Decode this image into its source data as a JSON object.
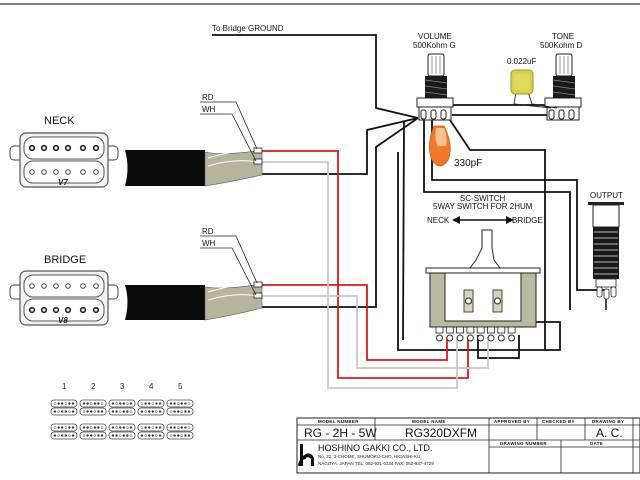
{
  "diagram": {
    "ground_label": "To Bridge GROUND",
    "volume": {
      "title": "VOLUME",
      "value": "500Kohm G"
    },
    "tone": {
      "title": "TONE",
      "value": "500Kohm D"
    },
    "tone_cap": "0.022uF",
    "treble_cap": "330pF",
    "neck_pickup": {
      "label": "NECK",
      "model": "V7",
      "wire_labels": [
        "RD",
        "WH"
      ]
    },
    "bridge_pickup": {
      "label": "BRIDGE",
      "model": "V8",
      "wire_labels": [
        "RD",
        "WH"
      ]
    },
    "switch": {
      "title": "SC-SWITCH",
      "subtitle": "5WAY SWITCH FOR 2HUM",
      "left_label": "NECK",
      "right_label": "BRIDGE"
    },
    "output_label": "OUTPUT",
    "positions": [
      "1",
      "2",
      "3",
      "4",
      "5"
    ],
    "wire_colors": {
      "hot": "#e01818",
      "white": "#c8c8c8",
      "ground": "#111111"
    }
  },
  "title_block": {
    "model_number_header": "MODEL NUMBER",
    "model_number": "RG - 2H - 5W",
    "model_name_header": "MODEL NAME",
    "model_name": "RG320DXFM",
    "approved_by_header": "APPROVED BY",
    "checked_by_header": "CHECKED BY",
    "drawing_by_header": "DRAWING BY",
    "drawing_by": "A. C.",
    "drawing_number_header": "DRAWING NUMBER",
    "date_header": "DATE",
    "company": "HOSHINO GAKKI CO., LTD.",
    "address_line1": "No. 22, 3-CHOME, SHUMOKU-CHO, HIGASHI-KU,",
    "address_line2": "NAGOYA, JAPAN        TEL: 052-931-0334  FAX: 052-937-4729"
  }
}
